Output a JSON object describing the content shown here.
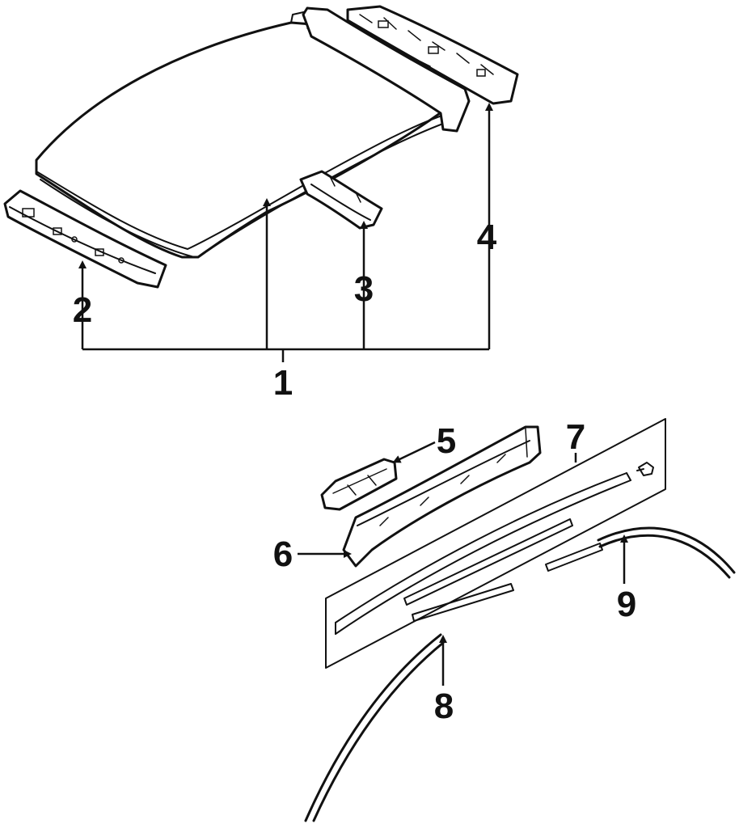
{
  "colors": {
    "line": "#111111",
    "background": "#ffffff"
  },
  "callouts": [
    "1",
    "2",
    "3",
    "4",
    "5",
    "6",
    "7",
    "8",
    "9"
  ]
}
